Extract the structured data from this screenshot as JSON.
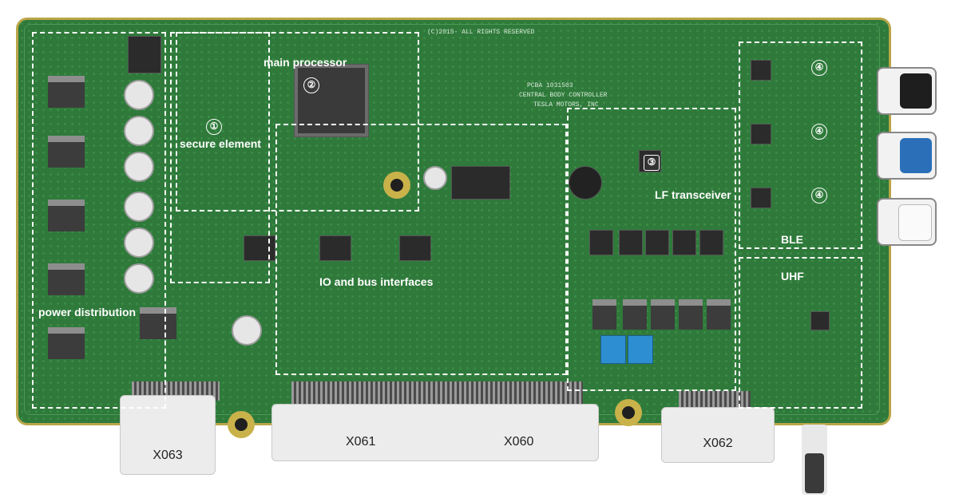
{
  "regions": {
    "secure_element": "secure element",
    "main_processor": "main processor",
    "lf_transceiver": "LF transceiver",
    "ble": "BLE",
    "uhf": "UHF",
    "io_bus": "IO and bus interfaces",
    "power": "power distribution"
  },
  "markers": {
    "m1": "①",
    "m2": "②",
    "m3": "③",
    "m4": "④"
  },
  "connectors": {
    "x063": "X063",
    "x061": "X061",
    "x060": "X060",
    "x062": "X062"
  },
  "silkscreen": {
    "copyright": "(C)2015- ALL RIGHTS RESERVED",
    "pcba": "PCBA  1031503",
    "board_name": "CENTRAL BODY CONTROLLER",
    "maker": "TESLA MOTORS, INC"
  },
  "colors": {
    "board": "#2f7a3b",
    "label": "#ffffff",
    "connector": "#ececec",
    "gold": "#c9b24a"
  }
}
